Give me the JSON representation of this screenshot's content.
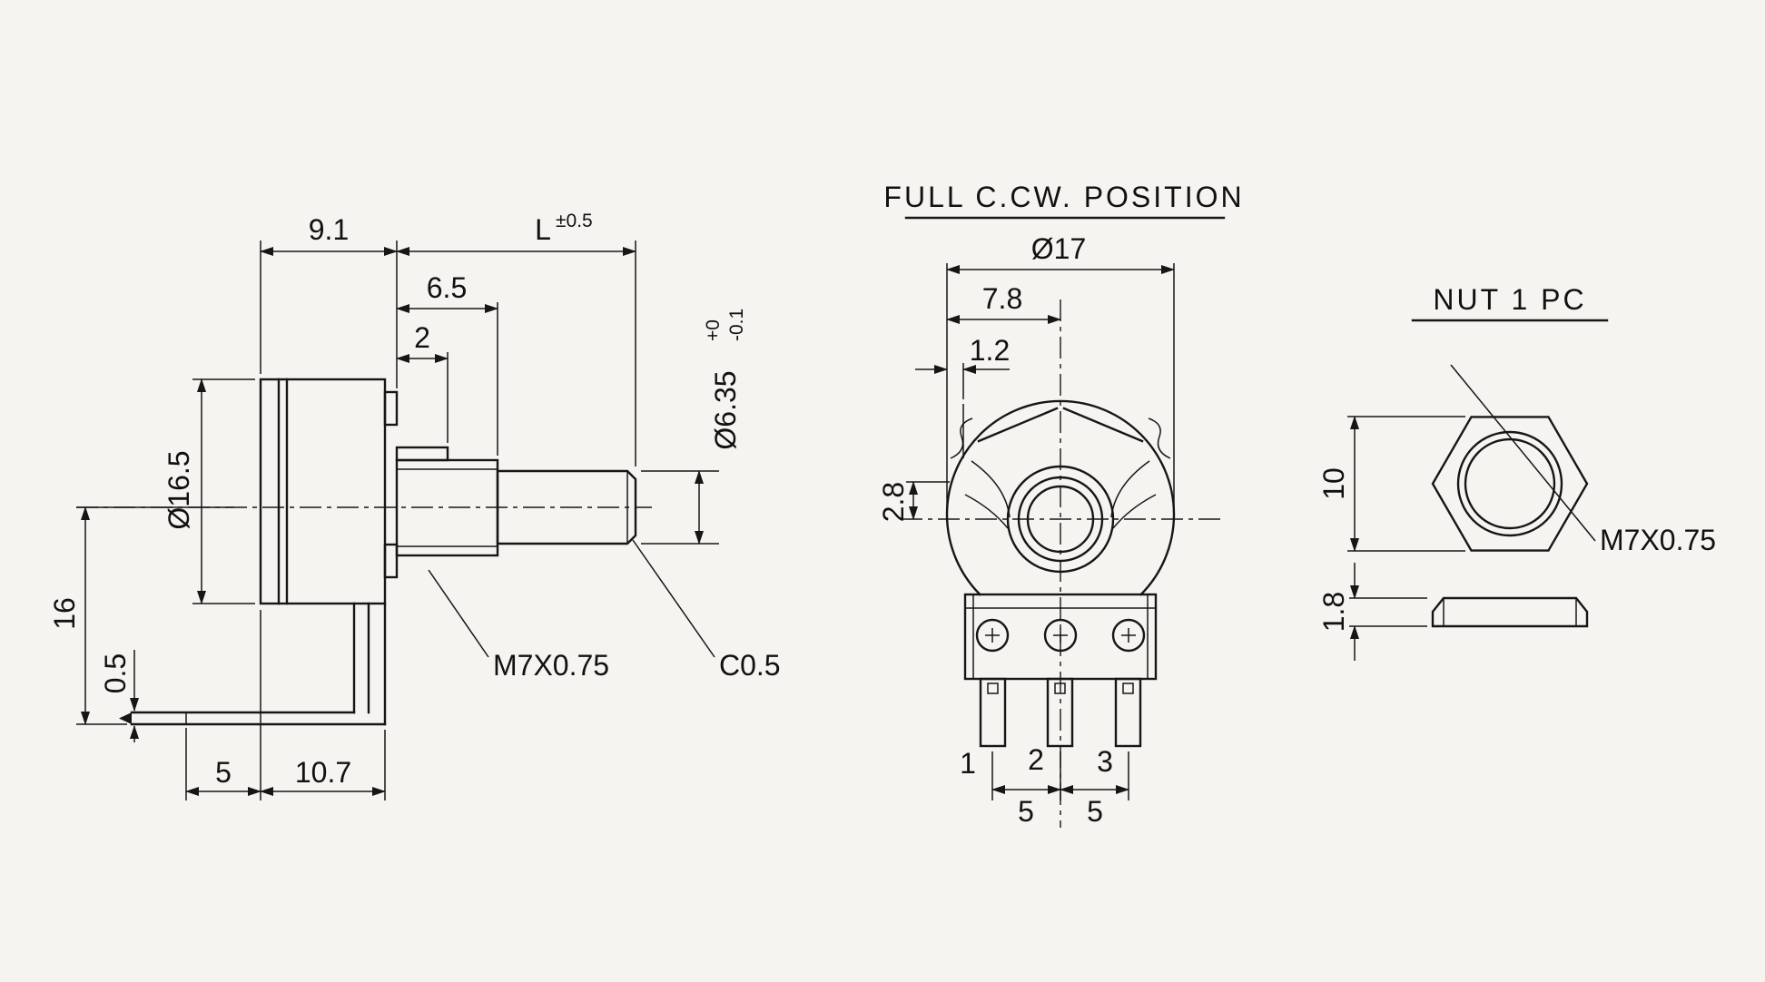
{
  "colors": {
    "ink": "#161616",
    "background": "#f6f4f1"
  },
  "side_view": {
    "dim_9_1": "9.1",
    "dim_L": "L",
    "dim_L_tol": "±0.5",
    "dim_6_5": "6.5",
    "dim_2": "2",
    "dim_shaft_dia": "Ø6.35",
    "dim_shaft_tol_plus": "+0",
    "dim_shaft_tol_minus": "-0.1",
    "dim_body_dia": "Ø16.5",
    "dim_16": "16",
    "dim_0_5": "0.5",
    "thread_label": "M7X0.75",
    "chamfer_label": "C0.5",
    "dim_5": "5",
    "dim_10_7": "10.7"
  },
  "front_view": {
    "title": "FULL C.CW. POSITION",
    "dim_17": "Ø17",
    "dim_7_8": "7.8",
    "dim_1_2": "1.2",
    "dim_2_8": "2.8",
    "terminal_1": "1",
    "terminal_2": "2",
    "terminal_3": "3",
    "dim_5a": "5",
    "dim_5b": "5"
  },
  "nut_view": {
    "title": "NUT 1 PC",
    "dim_10": "10",
    "thread_label": "M7X0.75",
    "dim_1_8": "1.8"
  }
}
